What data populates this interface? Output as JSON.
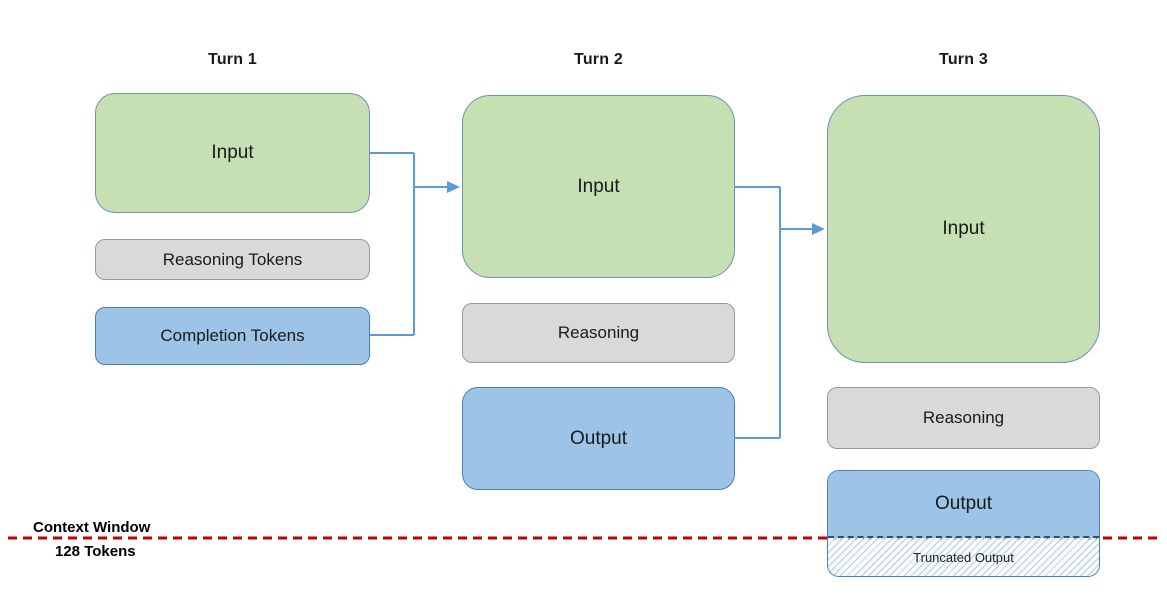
{
  "diagram": {
    "turns": [
      {
        "title": "Turn 1",
        "boxes": [
          {
            "label": "Input",
            "kind": "input"
          },
          {
            "label": "Reasoning Tokens",
            "kind": "reasoning"
          },
          {
            "label": "Completion Tokens",
            "kind": "output"
          }
        ]
      },
      {
        "title": "Turn 2",
        "boxes": [
          {
            "label": "Input",
            "kind": "input"
          },
          {
            "label": "Reasoning",
            "kind": "reasoning"
          },
          {
            "label": "Output",
            "kind": "output"
          }
        ]
      },
      {
        "title": "Turn 3",
        "boxes": [
          {
            "label": "Input",
            "kind": "input"
          },
          {
            "label": "Reasoning",
            "kind": "reasoning"
          },
          {
            "label": "Output",
            "kind": "output"
          },
          {
            "label": "Truncated Output",
            "kind": "truncated-output"
          }
        ]
      }
    ],
    "context_window": {
      "title": "Context Window",
      "limit": "128 Tokens"
    },
    "colors": {
      "input_fill": "#C6E0B4",
      "reasoning_fill": "#D9D9D9",
      "output_fill": "#9DC3E6",
      "connector": "#5B9BD5",
      "context_line": "#C00000",
      "truncation_border": "#2E4E79"
    }
  }
}
